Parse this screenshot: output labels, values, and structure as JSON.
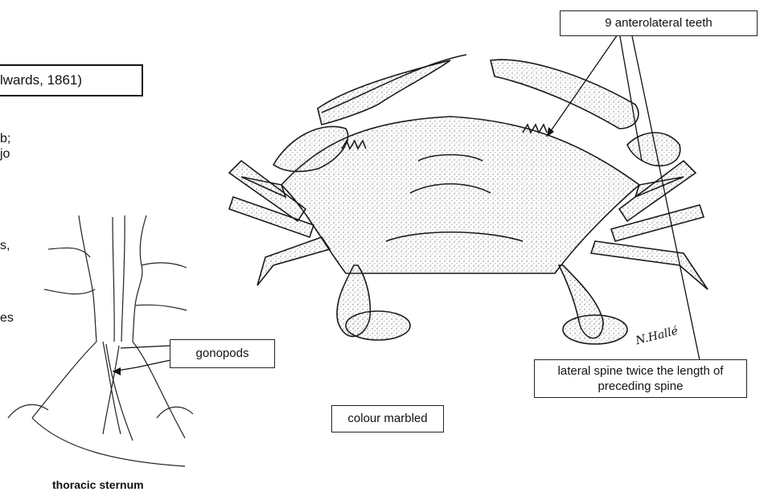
{
  "title_fragment": "lwards, 1861)",
  "left_text_fragments": [
    "b;",
    "jo",
    "s,",
    "es"
  ],
  "labels": {
    "anterolateral": "9 anterolateral teeth",
    "gonopods": "gonopods",
    "lateral_spine": "lateral spine twice the length of preceding spine",
    "colour": "colour marbled"
  },
  "caption": "thoracic sternum",
  "signature": "N.Hallé"
}
